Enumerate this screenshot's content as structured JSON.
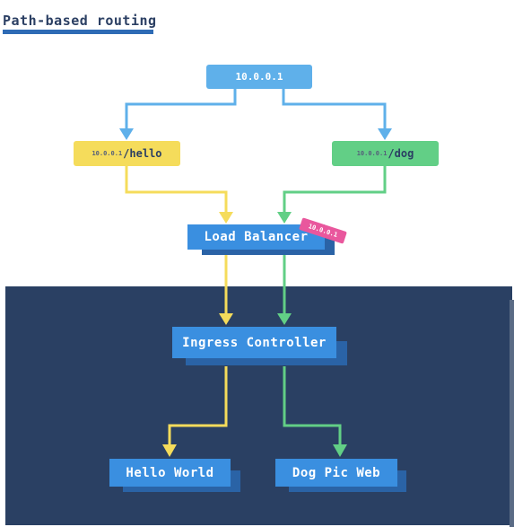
{
  "title": "Path-based routing",
  "nodes": {
    "ip": {
      "label": "10.0.0.1"
    },
    "hello_path": {
      "host": "10.0.0.1",
      "path": "/hello"
    },
    "dog_path": {
      "host": "10.0.0.1",
      "path": "/dog"
    },
    "load_balancer": {
      "label": "Load Balancer",
      "badge": "10.0.0.1"
    },
    "ingress_controller": {
      "label": "Ingress Controller"
    },
    "hello_world": {
      "label": "Hello World"
    },
    "dog_pic_web": {
      "label": "Dog Pic Web"
    }
  },
  "colors": {
    "blue_route": "#5fb0ea",
    "yellow_route": "#f5dc5b",
    "green_route": "#62cf86",
    "cluster_bg": "#2a4063",
    "box_blue": "#3a8fe0",
    "badge_pink": "#e9579d"
  }
}
